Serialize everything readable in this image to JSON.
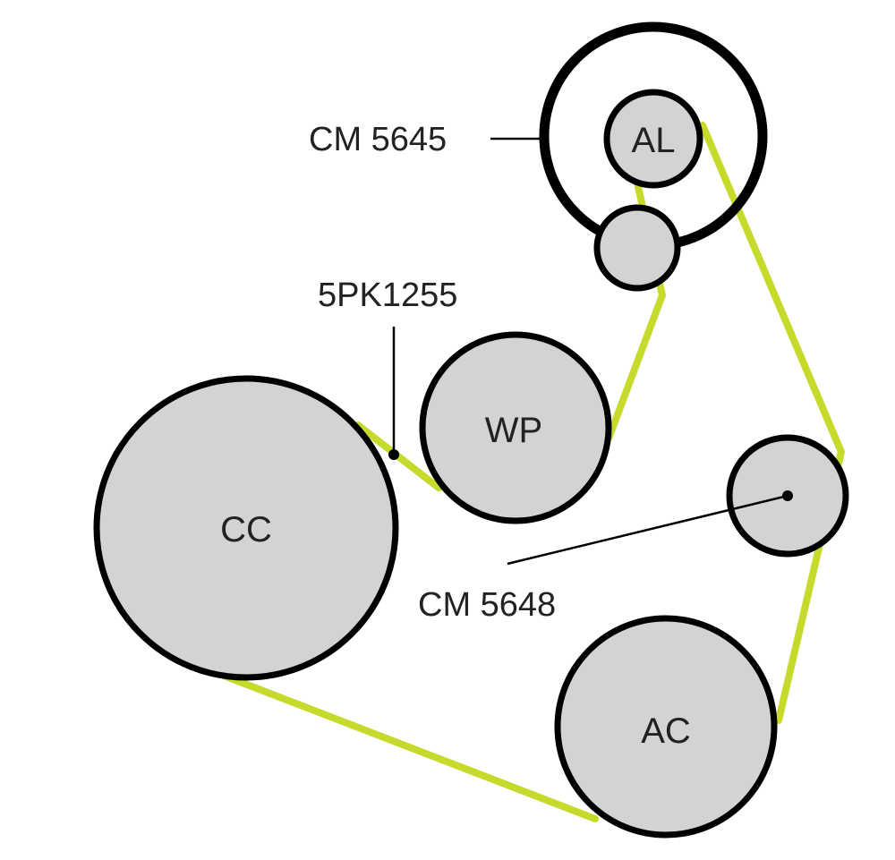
{
  "diagram": {
    "pulleys": {
      "al": "AL",
      "wp": "WP",
      "cc": "CC",
      "ac": "AC"
    },
    "callouts": {
      "tensioner": "CM 5645",
      "belt": "5PK1255",
      "idler": "CM 5648"
    },
    "colors": {
      "belt": "#c6da2c",
      "pulley_fill": "#d3d3d3",
      "outline": "#000000"
    }
  }
}
